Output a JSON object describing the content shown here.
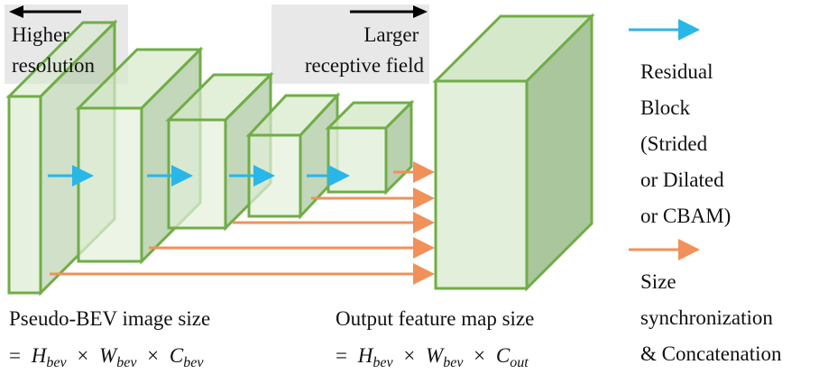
{
  "corner_labels": {
    "higher_resolution": [
      "Higher",
      "resolution"
    ],
    "larger_receptive_field": [
      "Larger",
      "receptive field"
    ]
  },
  "legend": {
    "residual_block": [
      "Residual",
      "Block",
      "(Strided",
      "or Dilated",
      "or CBAM)"
    ],
    "size_sync": [
      "Size",
      "synchronization",
      "& Concatenation"
    ]
  },
  "captions": {
    "input_title": "Pseudo-BEV image size",
    "output_title": "Output feature map size",
    "eq": "=",
    "times": "×",
    "H": "H",
    "W": "W",
    "C": "C",
    "sub_bev": "bev",
    "sub_out": "out"
  },
  "colors": {
    "block_stroke": "#70ad47",
    "block_front": "#e2efda",
    "block_top": "#d5e8c9",
    "block_side": "#a9c69c",
    "residual_arrow": "#29b6e8",
    "sync_arrow": "#f0915a",
    "shaded_box": "#e8e8e8"
  }
}
